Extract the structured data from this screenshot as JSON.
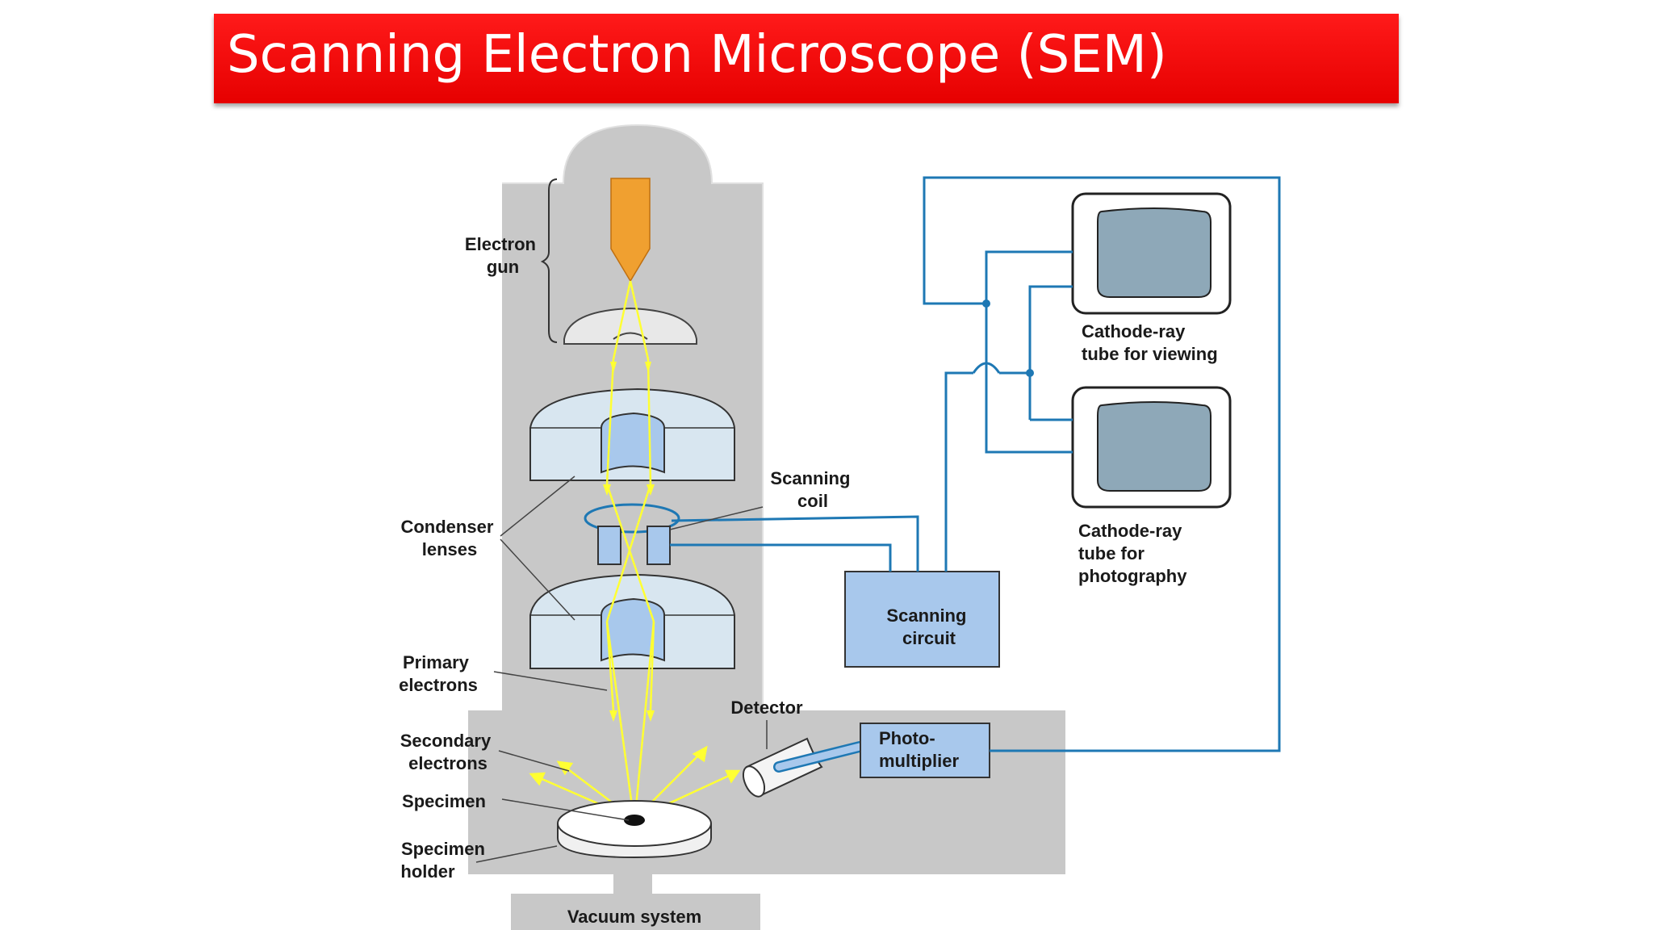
{
  "title": "Scanning Electron Microscope (SEM)",
  "colors": {
    "title_bar": "#ff0000",
    "column": "#c8c8c8",
    "electron_gun": "#f0a030",
    "lens_body": "#d8e6f0",
    "lens_core": "#a8c8ec",
    "beam": "#ffff33",
    "wire": "#1e78b4",
    "box_fill": "#a8c8ec",
    "screen": "#8ea8b8"
  },
  "labels": {
    "electron_gun": [
      "Electron",
      "gun"
    ],
    "condenser_lenses": [
      "Condenser",
      "lenses"
    ],
    "scanning_coil": [
      "Scanning",
      "coil"
    ],
    "primary_electrons": [
      "Primary",
      "electrons"
    ],
    "secondary_electrons": [
      "Secondary",
      "electrons"
    ],
    "specimen": "Specimen",
    "specimen_holder": [
      "Specimen",
      "holder"
    ],
    "vacuum_system": "Vacuum system",
    "detector": "Detector",
    "photomultiplier": [
      "Photo-",
      "multiplier"
    ],
    "scanning_circuit": [
      "Scanning",
      "circuit"
    ],
    "crt_viewing": [
      "Cathode-ray",
      "tube for viewing"
    ],
    "crt_photography": [
      "Cathode-ray",
      "tube for",
      "photography"
    ]
  }
}
